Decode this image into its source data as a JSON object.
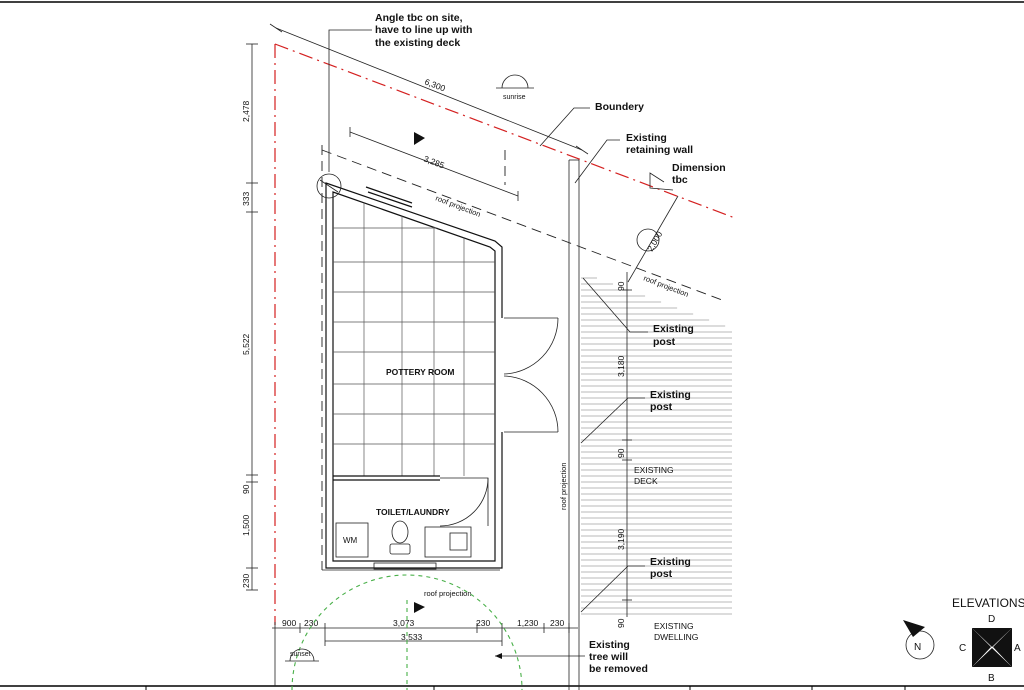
{
  "dimensions": {
    "diagonal_overall": "6,300",
    "diagonal_room": "3,285",
    "roof_offset": "2,000",
    "left_top": "2,478",
    "left_333": "333",
    "left_room": "5,522",
    "left_90": "90",
    "left_toilet": "1,500",
    "left_230": "230",
    "bottom_900": "900",
    "bottom_230a": "230",
    "bottom_3073": "3,073",
    "bottom_230b": "230",
    "bottom_1230": "1,230",
    "bottom_230c": "230",
    "bottom_3533": "3,533",
    "deck_90a": "90",
    "deck_3180": "3,180",
    "deck_90b": "90",
    "deck_3190": "3,190",
    "deck_90c": "90"
  },
  "annotations": {
    "angle_note": [
      "Angle tbc on site,",
      "have to line up with",
      "the existing deck"
    ],
    "boundery": "Boundery",
    "retaining_wall": [
      "Existing",
      "retaining wall"
    ],
    "dimension_tbc": [
      "Dimension",
      "tbc"
    ],
    "post_1": [
      "Existing",
      "post"
    ],
    "post_2": [
      "Existing",
      "post"
    ],
    "post_3": [
      "Existing",
      "post"
    ],
    "tree": [
      "Existing",
      "tree will",
      "be removed"
    ]
  },
  "labels": {
    "sunrise": "sunrise",
    "sunset": "sunset",
    "roof_projection_top": "roof projection",
    "roof_projection_right": "roof projection",
    "roof_projection_bottom": "roof projection",
    "roof_projection_vertical": "roof projection",
    "pottery_room": "POTTERY ROOM",
    "toilet_laundry": "TOILET/LAUNDRY",
    "wm": "WM",
    "existing_deck": [
      "EXISTING",
      "DECK"
    ],
    "existing_dwelling": [
      "EXISTING",
      "DWELLING"
    ]
  },
  "elevations": {
    "title": "ELEVATIONS",
    "d": "D",
    "c": "C",
    "a": "A",
    "b": "B",
    "north": "N"
  },
  "colors": {
    "boundary_line": "#d42020",
    "tree_outline": "#49b049",
    "linework": "#111111"
  }
}
